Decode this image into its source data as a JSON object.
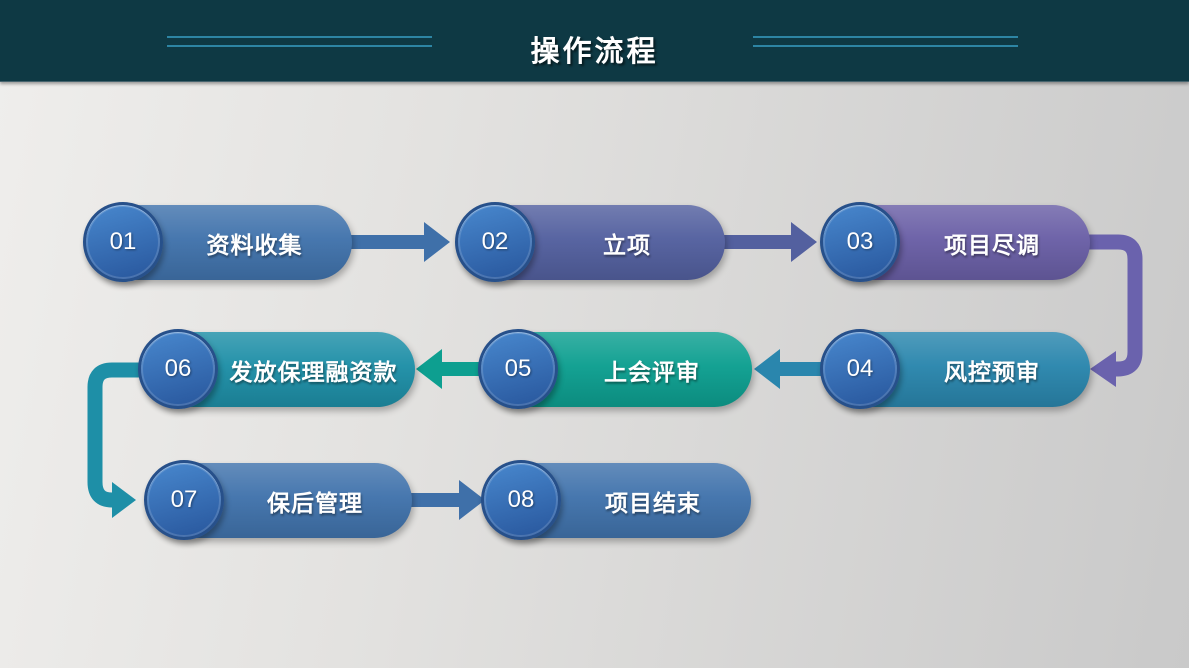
{
  "slide": {
    "background_left": "#efeeec",
    "background_right": "#c9c9c9",
    "header": {
      "title": "操作流程",
      "background": "#0e3944",
      "line_color": "#2d85a4"
    },
    "steps": [
      {
        "number": "01",
        "label": "资料收集",
        "color": "#4173ac"
      },
      {
        "number": "02",
        "label": "立项",
        "color": "#53609f"
      },
      {
        "number": "03",
        "label": "项目尽调",
        "color": "#6a5fa6"
      },
      {
        "number": "04",
        "label": "风控预审",
        "color": "#2a86ad"
      },
      {
        "number": "05",
        "label": "上会评审",
        "color": "#0d9f90"
      },
      {
        "number": "06",
        "label": "发放保理融资款",
        "color": "#1e8fa7"
      },
      {
        "number": "07",
        "label": "保后管理",
        "color": "#4173ac"
      },
      {
        "number": "08",
        "label": "项目结束",
        "color": "#4173ac"
      }
    ],
    "arrows": [
      {
        "from": "01",
        "to": "02",
        "direction": "right",
        "color": "#3f70a9"
      },
      {
        "from": "02",
        "to": "03",
        "direction": "right",
        "color": "#53609f"
      },
      {
        "from": "03",
        "to": "04",
        "direction": "elbow-down-left",
        "color": "#6a62ad"
      },
      {
        "from": "04",
        "to": "05",
        "direction": "left",
        "color": "#2a86ad"
      },
      {
        "from": "05",
        "to": "06",
        "direction": "left",
        "color": "#0d9f90"
      },
      {
        "from": "06",
        "to": "07",
        "direction": "elbow-down-right",
        "color": "#1e8fa7"
      },
      {
        "from": "07",
        "to": "08",
        "direction": "right",
        "color": "#3f70a9"
      }
    ],
    "circle": {
      "fill_top": "#4583c9",
      "fill_bottom": "#2b5ba1",
      "ring": "#27508a"
    }
  }
}
